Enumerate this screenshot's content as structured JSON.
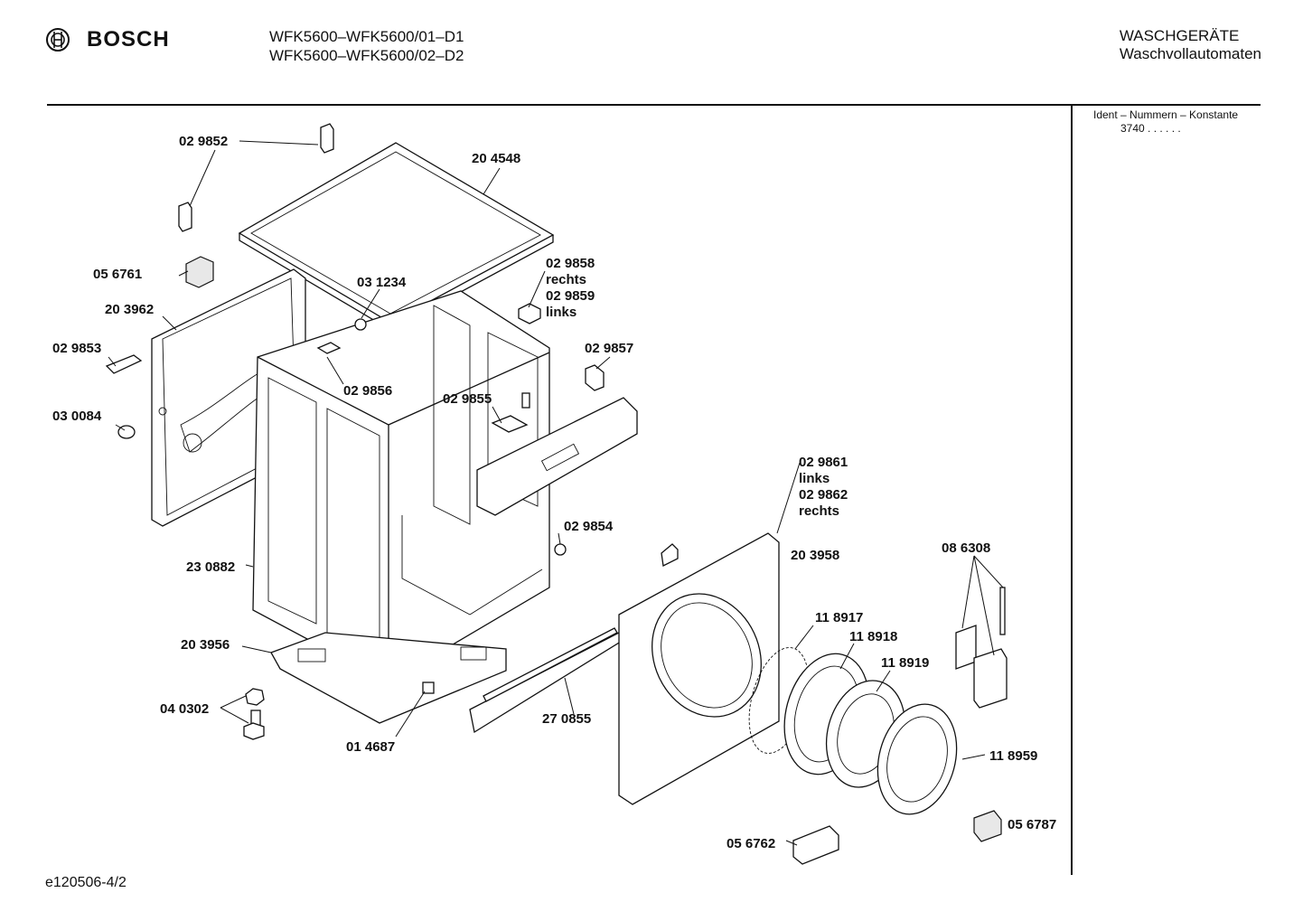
{
  "header": {
    "brand": "BOSCH",
    "model_line_1": "WFK5600–WFK5600/01–D1",
    "model_line_2": "WFK5600–WFK5600/02–D2",
    "category_line_1": "WASCHGERÄTE",
    "category_line_2": "Waschvollautomaten"
  },
  "sidebar": {
    "ident_title": "Ident – Nummern – Konstante",
    "ident_value": "3740 . .  . . . ."
  },
  "footer": {
    "code": "e120506-4/2"
  },
  "parts": [
    {
      "id": "p1",
      "number": "02 9852"
    },
    {
      "id": "p2",
      "number": "20 4548"
    },
    {
      "id": "p3",
      "number": "05 6761"
    },
    {
      "id": "p4",
      "number": "03 1234"
    },
    {
      "id": "p5",
      "number": "02 9858",
      "note": "rechts"
    },
    {
      "id": "p6",
      "number": "02 9859",
      "note": "links"
    },
    {
      "id": "p7",
      "number": "20 3962"
    },
    {
      "id": "p8",
      "number": "02 9853"
    },
    {
      "id": "p9",
      "number": "02 9857"
    },
    {
      "id": "p10",
      "number": "02 9856"
    },
    {
      "id": "p11",
      "number": "02 9855"
    },
    {
      "id": "p12",
      "number": "03 0084"
    },
    {
      "id": "p13",
      "number": "02 9861",
      "note": "links"
    },
    {
      "id": "p14",
      "number": "02 9862",
      "note": "rechts"
    },
    {
      "id": "p15",
      "number": "02 9854"
    },
    {
      "id": "p16",
      "number": "20 3958"
    },
    {
      "id": "p17",
      "number": "08 6308"
    },
    {
      "id": "p18",
      "number": "23 0882"
    },
    {
      "id": "p19",
      "number": "11 8917"
    },
    {
      "id": "p20",
      "number": "11 8918"
    },
    {
      "id": "p21",
      "number": "20 3956"
    },
    {
      "id": "p22",
      "number": "11 8919"
    },
    {
      "id": "p23",
      "number": "04 0302"
    },
    {
      "id": "p24",
      "number": "27 0855"
    },
    {
      "id": "p25",
      "number": "01 4687"
    },
    {
      "id": "p26",
      "number": "11 8959"
    },
    {
      "id": "p27",
      "number": "05 6787"
    },
    {
      "id": "p28",
      "number": "05 6762"
    }
  ]
}
